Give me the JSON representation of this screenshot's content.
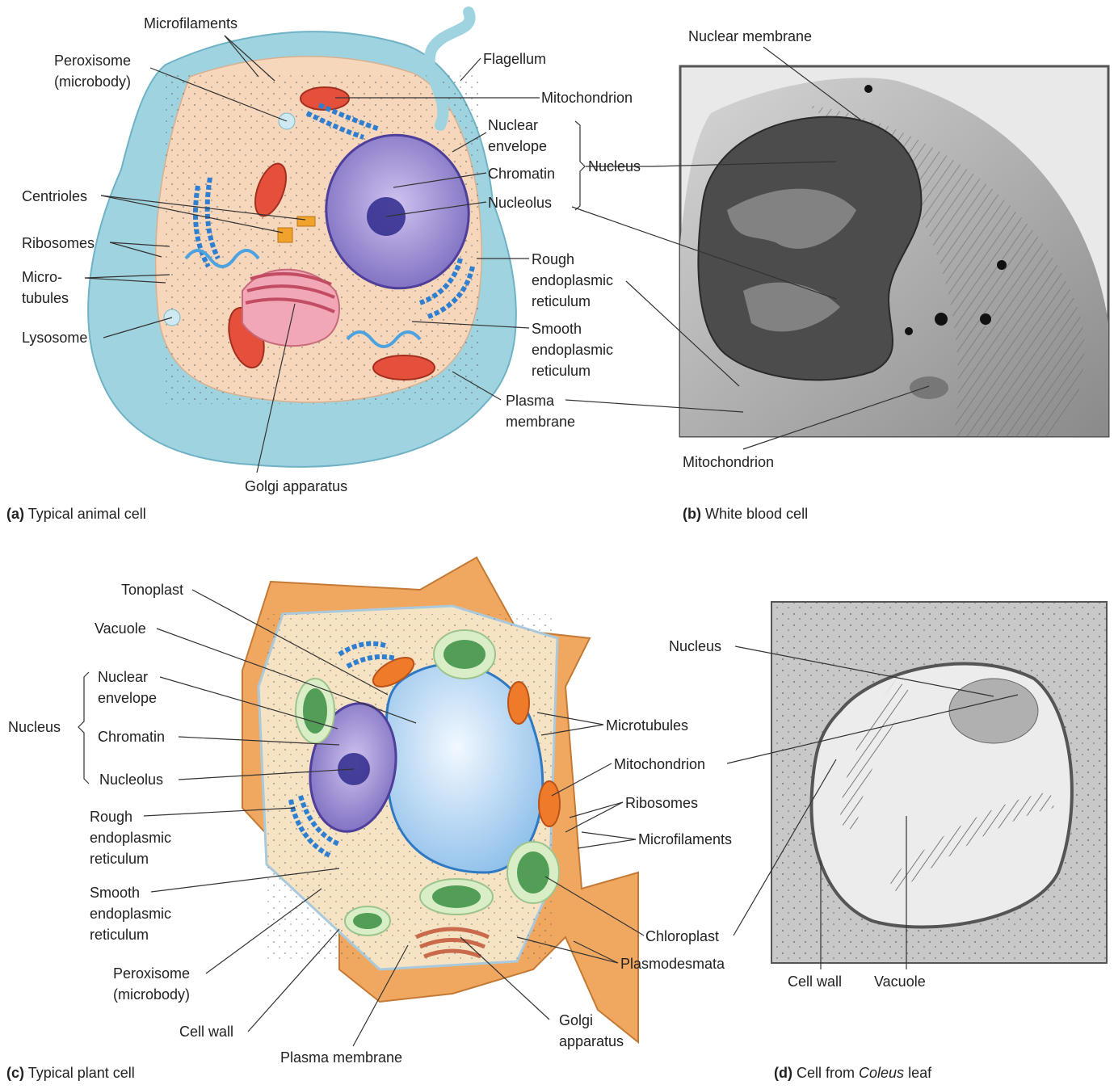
{
  "panels": {
    "a": {
      "letter": "(a)",
      "caption": "Typical animal cell",
      "labels": {
        "microfilaments": "Microfilaments",
        "peroxisome": "Peroxisome",
        "microbody": "(microbody)",
        "flagellum": "Flagellum",
        "mitochondrion": "Mitochondrion",
        "nuclear_1": "Nuclear",
        "nuclear_2": "envelope",
        "chromatin": "Chromatin",
        "nucleus": "Nucleus",
        "nucleolus": "Nucleolus",
        "centrioles": "Centrioles",
        "ribosomes": "Ribosomes",
        "micro_1": "Micro-",
        "micro_2": "tubules",
        "lysosome": "Lysosome",
        "rough_1": "Rough",
        "rough_2": "endoplasmic",
        "rough_3": "reticulum",
        "smooth_1": "Smooth",
        "smooth_2": "endoplasmic",
        "smooth_3": "reticulum",
        "plasma_1": "Plasma",
        "plasma_2": "membrane",
        "golgi": "Golgi apparatus"
      }
    },
    "b": {
      "letter": "(b)",
      "caption": "White blood cell",
      "labels": {
        "nuclear_membrane": "Nuclear membrane",
        "mitochondrion": "Mitochondrion"
      }
    },
    "c": {
      "letter": "(c)",
      "caption": "Typical plant cell",
      "labels": {
        "tonoplast": "Tonoplast",
        "vacuole": "Vacuole",
        "nuclear_1": "Nuclear",
        "nuclear_2": "envelope",
        "nucleus": "Nucleus",
        "chromatin": "Chromatin",
        "nucleolus": "Nucleolus",
        "rough_1": "Rough",
        "rough_2": "endoplasmic",
        "rough_3": "reticulum",
        "smooth_1": "Smooth",
        "smooth_2": "endoplasmic",
        "smooth_3": "reticulum",
        "peroxisome": "Peroxisome",
        "microbody": "(microbody)",
        "cell_wall": "Cell wall",
        "plasma_membrane": "Plasma membrane",
        "golgi_1": "Golgi",
        "golgi_2": "apparatus",
        "plasmodesmata": "Plasmodesmata",
        "chloroplast": "Chloroplast",
        "microfilaments": "Microfilaments",
        "ribosomes": "Ribosomes",
        "mitochondrion": "Mitochondrion",
        "microtubules": "Microtubules"
      }
    },
    "d": {
      "letter": "(d)",
      "caption_pre": "Cell from",
      "caption_italic": "Coleus",
      "caption_post": "leaf",
      "labels": {
        "nucleus": "Nucleus",
        "cell_wall": "Cell wall",
        "vacuole": "Vacuole"
      }
    }
  }
}
